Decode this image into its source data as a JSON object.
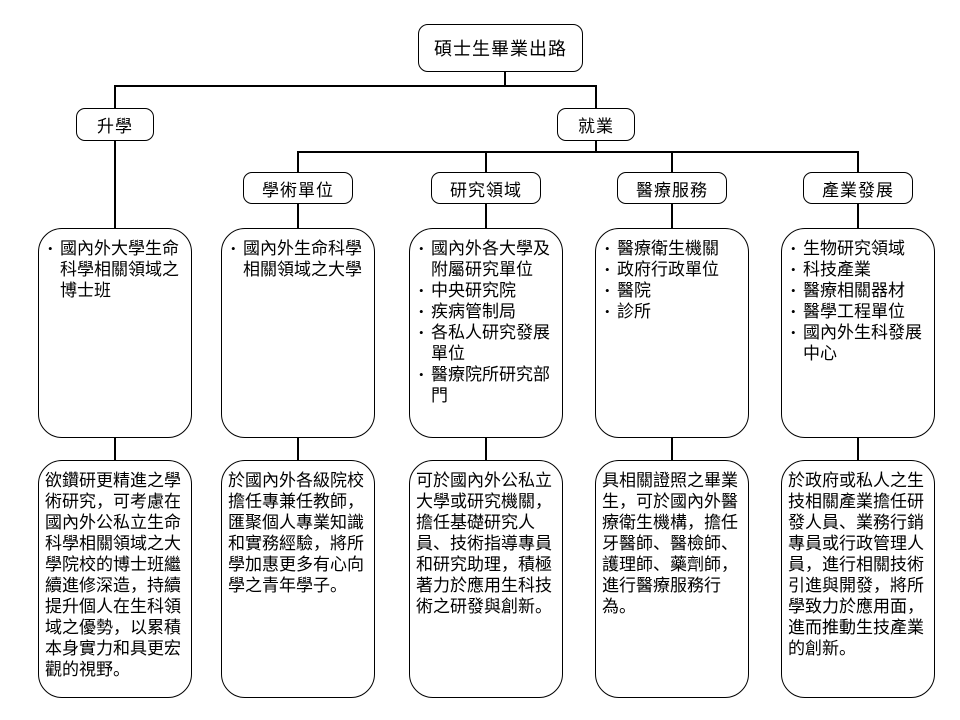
{
  "ui": {
    "bullet": "•"
  },
  "tree": {
    "root": "碩士生畢業出路",
    "branches": [
      {
        "label": "升學"
      },
      {
        "label": "就業"
      }
    ],
    "categories": [
      "學術單位",
      "研究領域",
      "醫療服務",
      "產業發展"
    ]
  },
  "columns": [
    {
      "branch": "升學",
      "items": [
        "國內外大學生命科學相關領域之博士班"
      ],
      "description": "欲鑽研更精進之學術研究，可考慮在國內外公私立生命科學相關領域之大學院校的博士班繼續進修深造，持續提升個人在生科領域之優勢，以累積本身實力和具更宏觀的視野。"
    },
    {
      "category": "學術單位",
      "items": [
        "國內外生命科學相關領域之大學"
      ],
      "description": "於國內外各級院校擔任專兼任教師，匯聚個人專業知識和實務經驗，將所學加惠更多有心向學之青年學子。"
    },
    {
      "category": "研究領域",
      "items": [
        "國內外各大學及附屬研究單位",
        "中央研究院",
        "疾病管制局",
        "各私人研究發展單位",
        "醫療院所研究部門"
      ],
      "description": "可於國內外公私立大學或研究機關，擔任基礎研究人員、技術指導專員和研究助理，積極著力於應用生科技術之研發與創新。"
    },
    {
      "category": "醫療服務",
      "items": [
        "醫療衛生機關",
        "政府行政單位",
        "醫院",
        "診所"
      ],
      "description": "具相關證照之畢業生，可於國內外醫療衛生機構，擔任牙醫師、醫檢師、護理師、藥劑師，進行醫療服務行為。"
    },
    {
      "category": "產業發展",
      "items": [
        "生物研究領域",
        "科技產業",
        "醫療相關器材",
        "醫學工程單位",
        "國內外生科發展中心"
      ],
      "description": "於政府或私人之生技相關產業擔任研發人員、業務行銷專員或行政管理人員，進行相關技術引進與開發，將所學致力於應用面，進而推動生技產業的創新。"
    }
  ],
  "colors": {
    "line": "#000000",
    "background": "#ffffff",
    "text": "#000000"
  }
}
